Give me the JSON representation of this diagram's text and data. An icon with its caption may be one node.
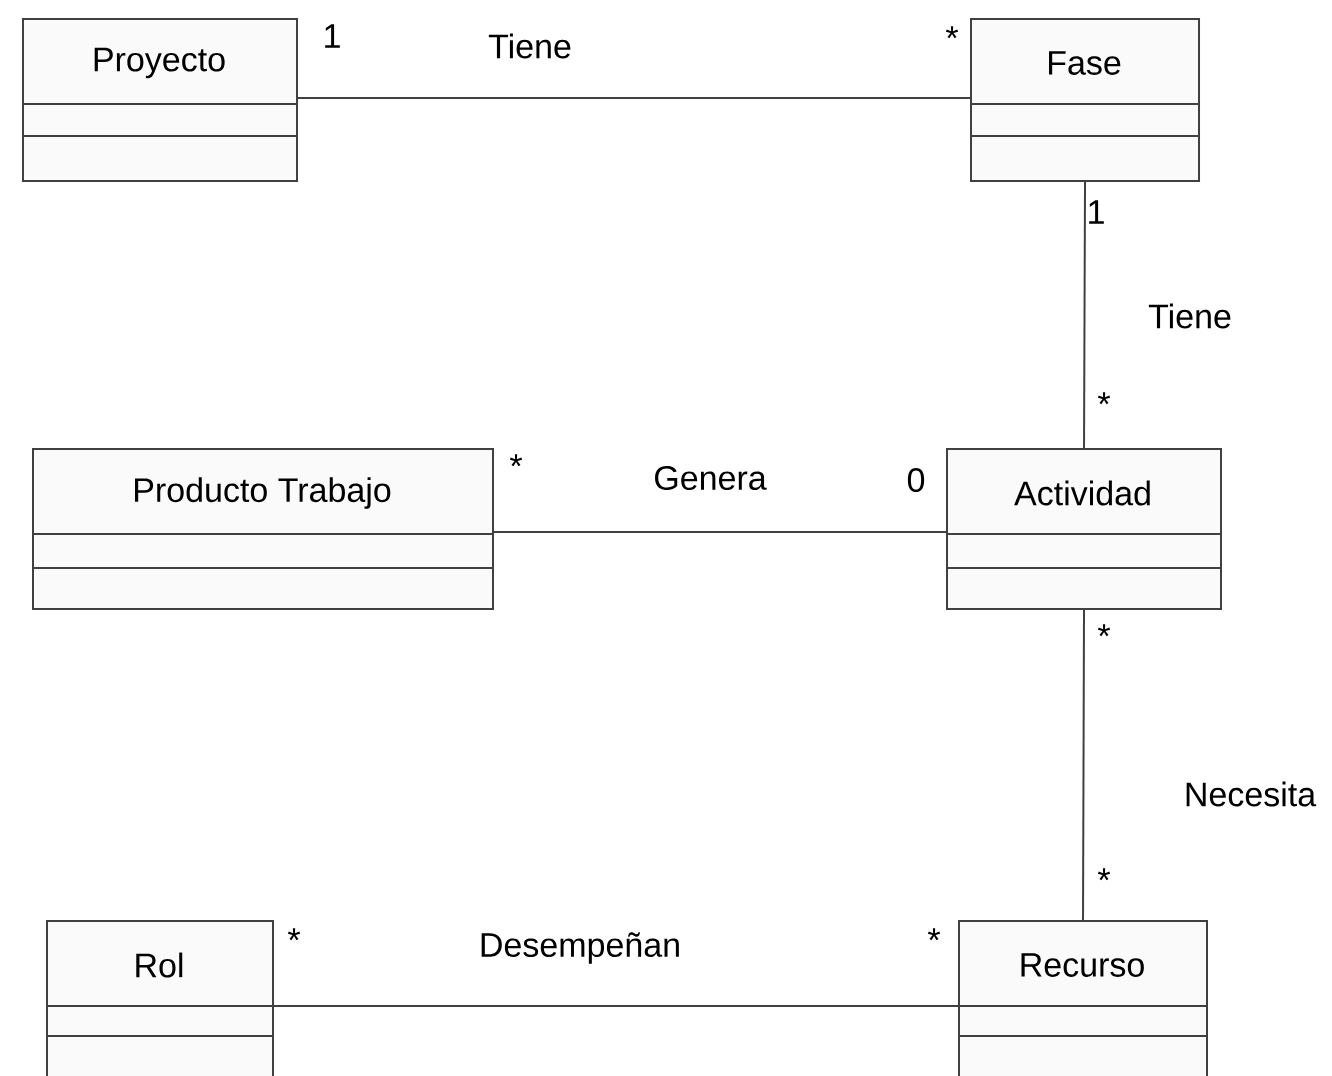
{
  "diagram": {
    "nodes": [
      {
        "text": [
          "Proyecto"
        ]
      },
      {
        "text": [
          "Fase"
        ]
      },
      {
        "text": [
          "Producto Trabajo"
        ]
      },
      {
        "text": [
          "Actividad"
        ]
      },
      {
        "text": [
          "Rol"
        ]
      },
      {
        "text": [
          "Recurso"
        ]
      }
    ],
    "edges": [
      {
        "from": 0,
        "to": 1,
        "arrow": "none",
        "label": "Tiene"
      },
      {
        "from": 1,
        "to": 3,
        "arrow": "none",
        "label": "Tiene"
      },
      {
        "from": 2,
        "to": 3,
        "arrow": "none",
        "label": "Genera"
      },
      {
        "from": 3,
        "to": 5,
        "arrow": "none",
        "label": "Necesita"
      },
      {
        "from": 4,
        "to": 5,
        "arrow": "none",
        "label": "Desempeñan"
      }
    ],
    "labels": [
      "1",
      "*",
      "1",
      "*",
      "*",
      "0",
      "*",
      "*",
      "*",
      "*"
    ]
  }
}
